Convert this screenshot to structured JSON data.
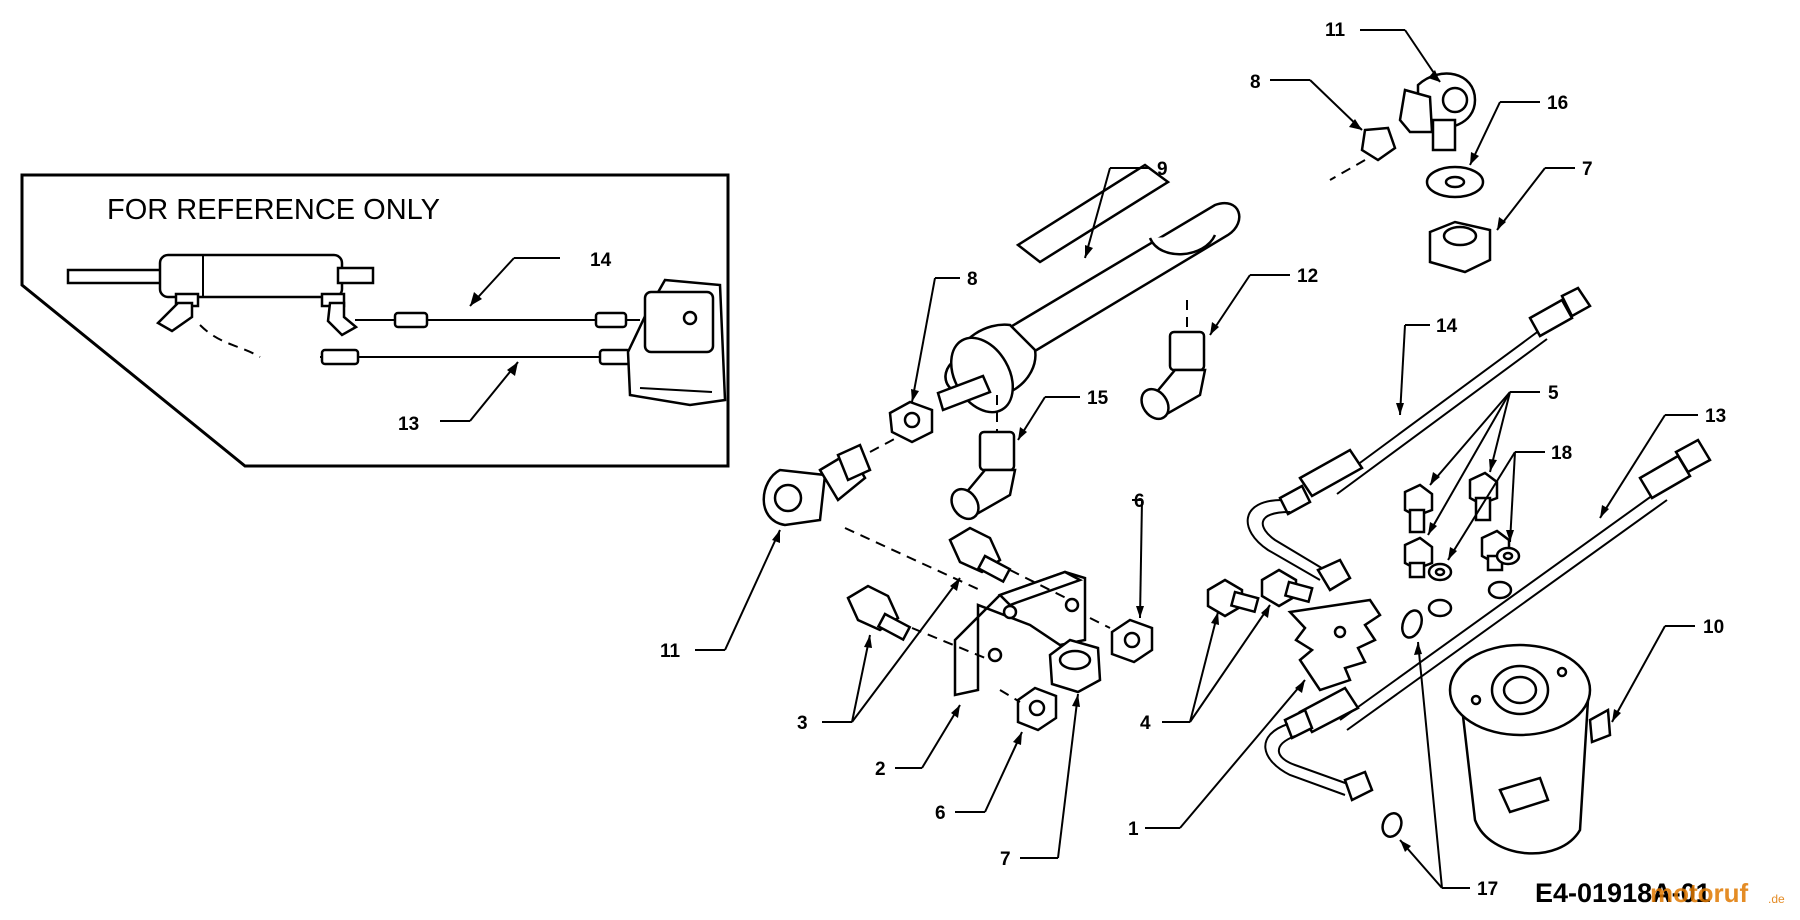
{
  "reference_box": {
    "title": "FOR REFERENCE ONLY",
    "callouts": [
      "14",
      "13"
    ]
  },
  "callouts": {
    "c11_top": "11",
    "c8_top": "8",
    "c16": "16",
    "c7_top": "7",
    "c9": "9",
    "c8_mid": "8",
    "c12": "12",
    "c15": "15",
    "c14": "14",
    "c5": "5",
    "c18": "18",
    "c13": "13",
    "c6_right": "6",
    "c11_left": "11",
    "c3": "3",
    "c2": "2",
    "c6_bottom": "6",
    "c7_bottom": "7",
    "c4": "4",
    "c1": "1",
    "c10": "10",
    "c17": "17"
  },
  "drawing_code": "E4-01918A-01",
  "watermark": {
    "brand": "motoruf",
    "domain": ".de"
  },
  "colors": {
    "line": "#000000",
    "background": "#ffffff",
    "watermark": "#e07800"
  }
}
